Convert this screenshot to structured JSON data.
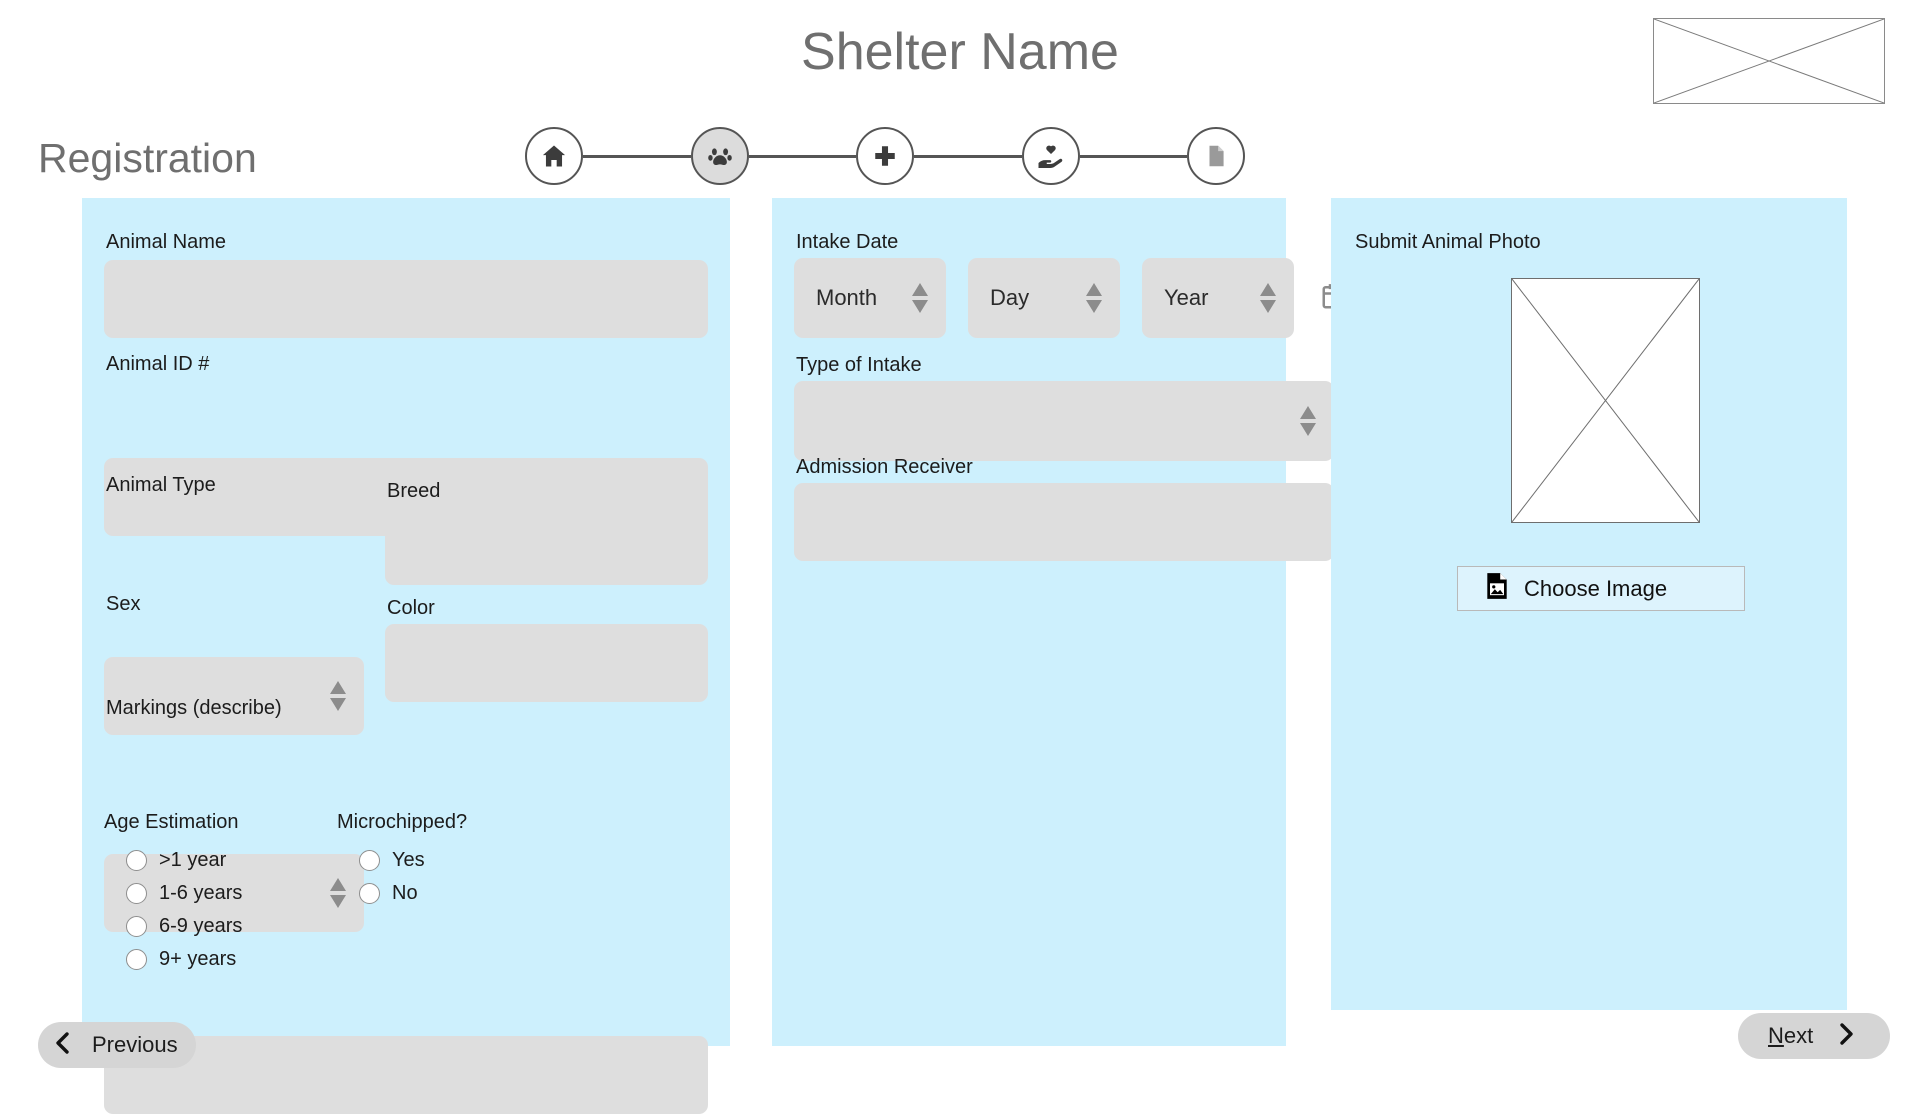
{
  "header": {
    "app_title": "Shelter Name",
    "page_heading": "Registration",
    "logo_placeholder": "logo-placeholder"
  },
  "stepper": {
    "steps": [
      {
        "name": "home",
        "icon": "home-icon",
        "active": false
      },
      {
        "name": "animal",
        "icon": "paw-icon",
        "active": true
      },
      {
        "name": "medical",
        "icon": "plus-cross-icon",
        "active": false
      },
      {
        "name": "adoption",
        "icon": "heart-hand-icon",
        "active": false
      },
      {
        "name": "documents",
        "icon": "document-icon",
        "active": false
      }
    ]
  },
  "left_panel": {
    "animal_name": {
      "label": "Animal Name",
      "value": ""
    },
    "animal_id": {
      "label": "Animal ID #",
      "value": ""
    },
    "animal_type": {
      "label": "Animal Type",
      "value": ""
    },
    "breed": {
      "label": "Breed",
      "value": ""
    },
    "sex": {
      "label": "Sex",
      "value": ""
    },
    "color": {
      "label": "Color",
      "value": ""
    },
    "markings": {
      "label": "Markings (describe)",
      "value": ""
    },
    "age_estimation": {
      "label": "Age Estimation",
      "options": [
        {
          "label": ">1 year",
          "selected": false
        },
        {
          "label": "1-6 years",
          "selected": false
        },
        {
          "label": "6-9 years",
          "selected": false
        },
        {
          "label": "9+ years",
          "selected": false
        }
      ]
    },
    "microchipped": {
      "label": "Microchipped?",
      "options": [
        {
          "label": "Yes",
          "selected": false
        },
        {
          "label": "No",
          "selected": false
        }
      ]
    }
  },
  "middle_panel": {
    "intake_date": {
      "label": "Intake Date",
      "month": "Month",
      "day": "Day",
      "year": "Year",
      "calendar_icon": "calendar-icon"
    },
    "type_of_intake": {
      "label": "Type of Intake",
      "value": ""
    },
    "admission_receiver": {
      "label": "Admission Receiver",
      "value": ""
    }
  },
  "right_panel": {
    "photo": {
      "label": "Submit Animal Photo",
      "placeholder": "image-placeholder",
      "choose_button": "Choose Image",
      "choose_button_icon": "image-file-icon"
    }
  },
  "footer": {
    "previous": "Previous",
    "previous_icon": "chevron-left-icon",
    "next_prefix": "N",
    "next_suffix": "ext",
    "next_icon": "chevron-right-icon"
  },
  "colors": {
    "panel_bg": "#cdf0fd",
    "input_bg": "#dedede",
    "title_gray": "#6f6f6f",
    "stepper_dark": "#555555",
    "active_step_bg": "#dcdcdc"
  }
}
